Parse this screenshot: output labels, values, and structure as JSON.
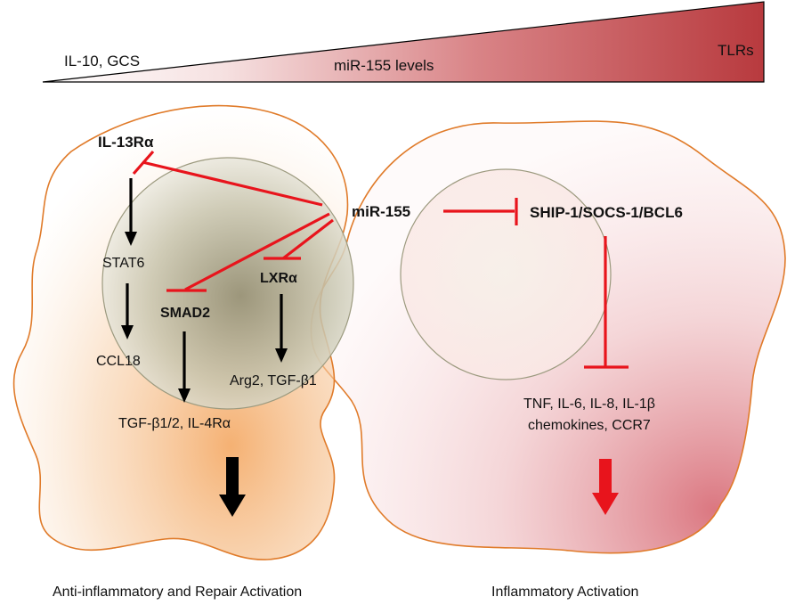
{
  "gradient_bar": {
    "left_label": "IL-10, GCS",
    "center_label": "miR-155 levels",
    "right_label": "TLRs",
    "color_start": "#ffffff",
    "color_end": "#b83a3e"
  },
  "left_cell": {
    "color": "#f3a35a",
    "border": "#e07b2a",
    "receptor": "IL-13Rα",
    "nodes": {
      "stat6": "STAT6",
      "ccl18": "CCL18",
      "smad2": "SMAD2",
      "lxra": "LXRα",
      "arg2": "Arg2, TGF-β1",
      "tgf_il4": "TGF-β1/2, IL-4Rα"
    },
    "caption": "Anti-inflammatory and Repair Activation"
  },
  "right_cell": {
    "color": "#d9707a",
    "mir": "miR-155",
    "target": "SHIP-1/SOCS-1/BCL6",
    "outputs": {
      "line1": "TNF, IL-6, IL-8, IL-1β",
      "line2": "chemokines, CCR7"
    },
    "caption": "Inflammatory Activation"
  },
  "colors": {
    "inhibit": "#e8141c",
    "activate": "#000000",
    "inflammatory_arrow": "#e8141c"
  }
}
